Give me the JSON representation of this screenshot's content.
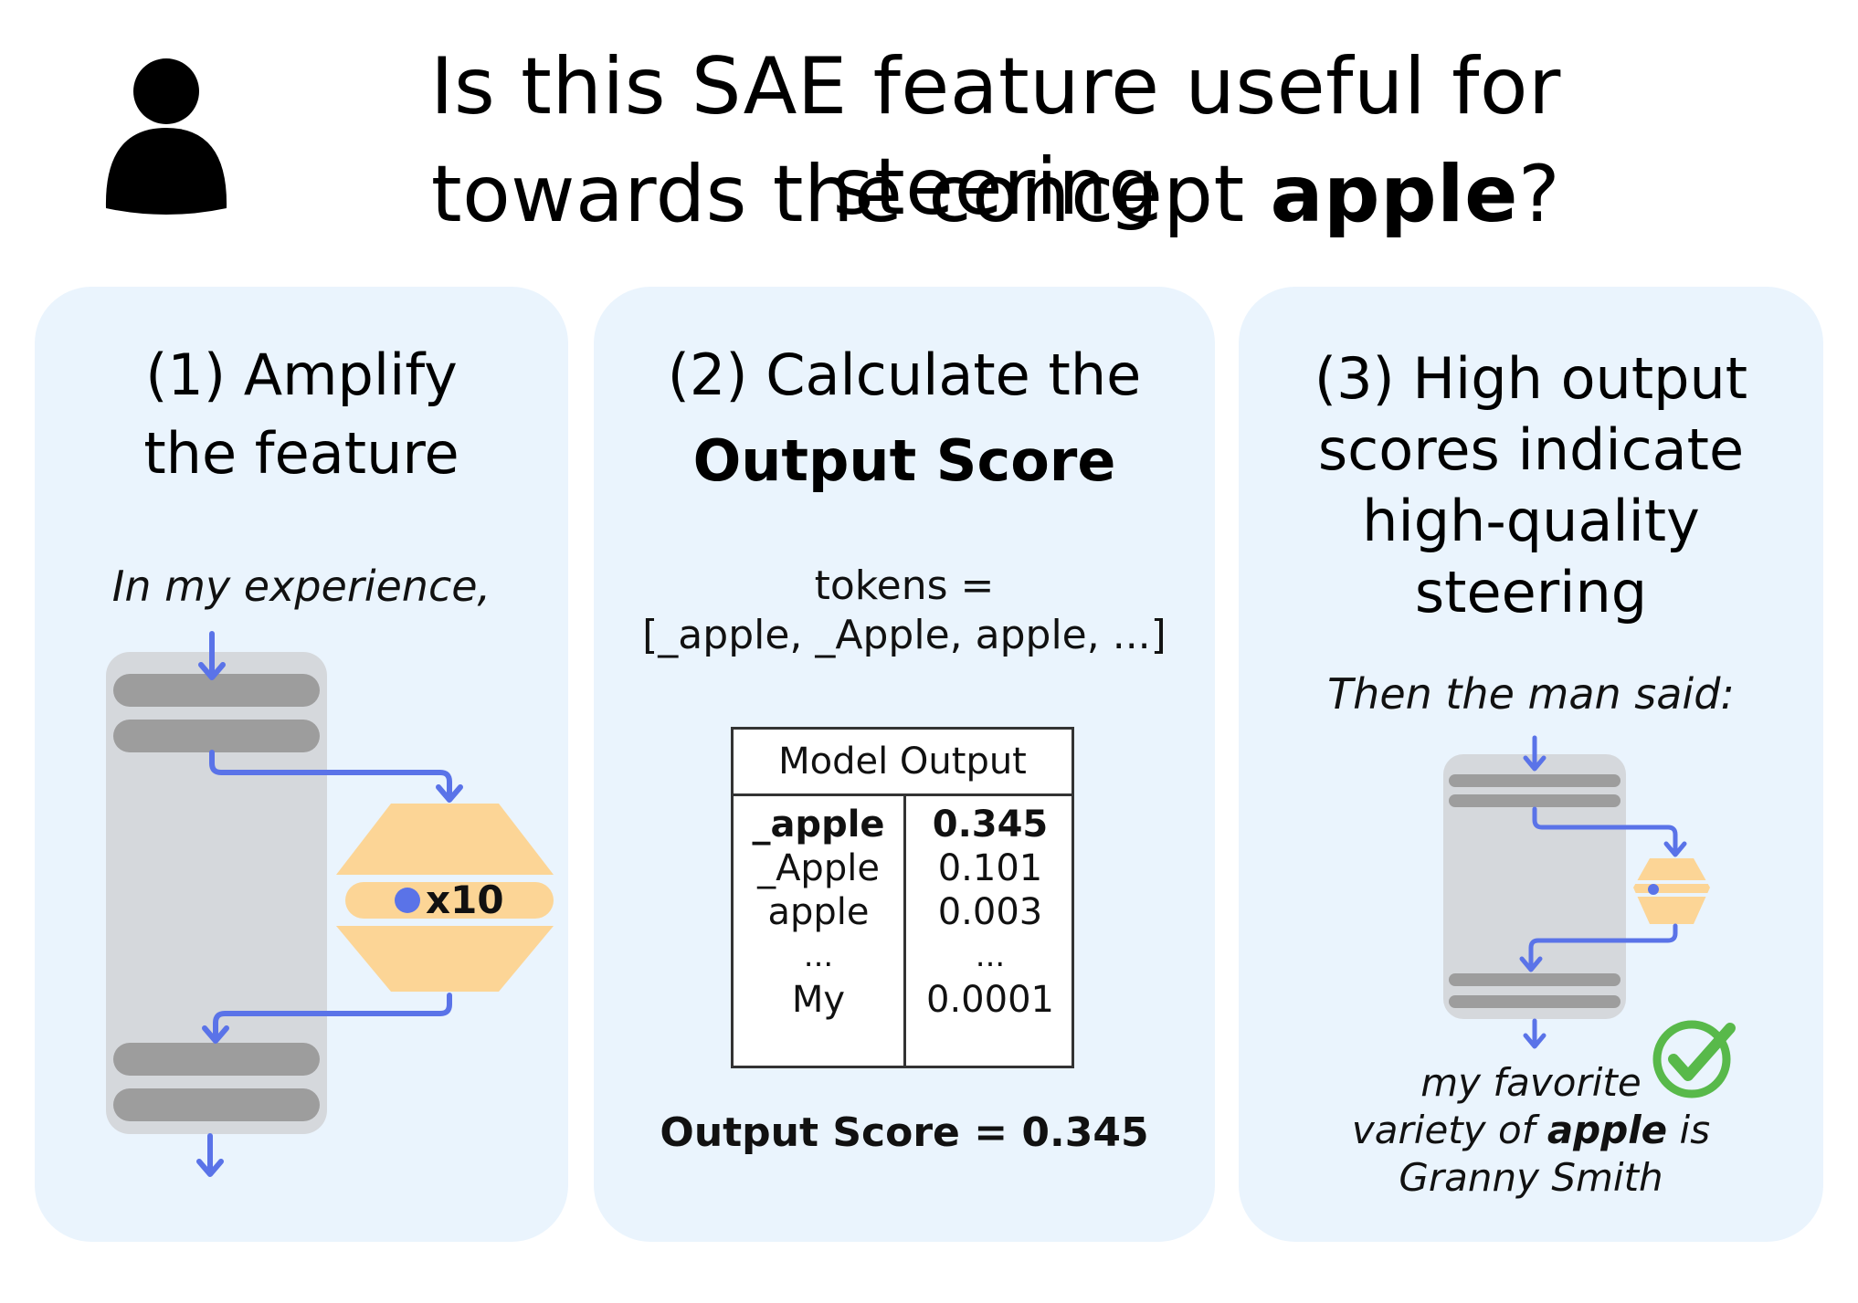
{
  "header": {
    "title_line1": "Is this SAE feature useful for steering",
    "title_line2_prefix": "towards the concept ",
    "title_line2_bold": "apple",
    "title_line2_suffix": "?",
    "icon": "user-icon"
  },
  "panel1": {
    "title_line1": "(1) Amplify",
    "title_line2": "the feature",
    "prompt": "In my experience,",
    "multiplier": "x10"
  },
  "panel2": {
    "title_line1": "(2) Calculate the",
    "title_line2": "Output Score",
    "tokens_line1": "tokens =",
    "tokens_line2": "[_apple, _Apple, apple, ...]",
    "table_header": "Model Output",
    "rows": [
      {
        "token": "_apple",
        "value": "0.345",
        "bold": true
      },
      {
        "token": "_Apple",
        "value": "0.101",
        "bold": false
      },
      {
        "token": "apple",
        "value": "0.003",
        "bold": false
      },
      {
        "token": "...",
        "value": "...",
        "bold": false
      },
      {
        "token": "My",
        "value": "0.0001",
        "bold": false
      }
    ],
    "score": "Output Score = 0.345"
  },
  "panel3": {
    "title_line1": "(3) High output",
    "title_line2": "scores indicate",
    "title_line3": "high-quality",
    "title_line4": "steering",
    "prompt": "Then the man said:",
    "output_line1": "my favorite",
    "output_line2_prefix": "variety of ",
    "output_line2_bold": "apple",
    "output_line2_suffix": " is",
    "output_line3": "Granny Smith",
    "check_icon": "check-circle-icon"
  },
  "colors": {
    "panel_bg": "#eaf4fd",
    "arrow": "#5a73e8",
    "block_bg": "#d5d8dc",
    "layer": "#9d9d9d",
    "feature": "#fcd596",
    "check": "#58b94a"
  }
}
